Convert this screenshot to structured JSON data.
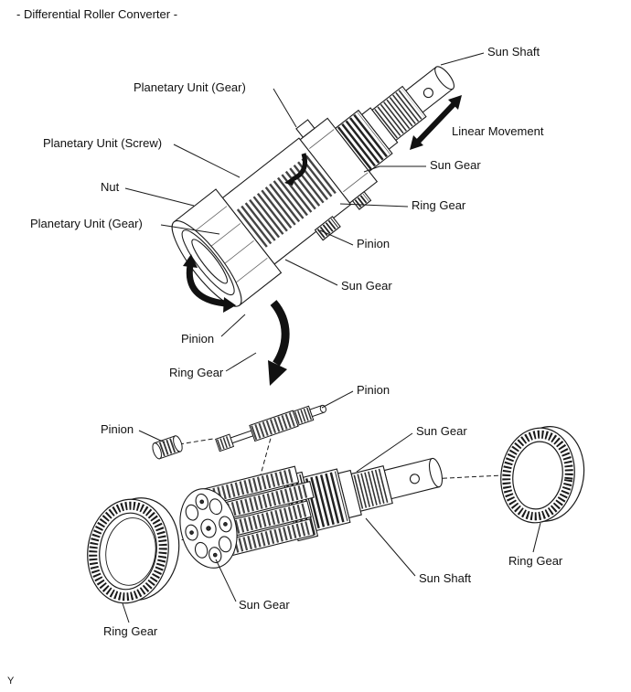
{
  "page": {
    "title": "- Differential Roller Converter -",
    "footer": "Y"
  },
  "colors": {
    "ink": "#1a1a1a",
    "background": "#ffffff"
  },
  "labels": {
    "upper": {
      "sun_shaft": "Sun Shaft",
      "planetary_unit_gear_top": "Planetary Unit (Gear)",
      "linear_movement": "Linear Movement",
      "planetary_unit_screw": "Planetary Unit (Screw)",
      "sun_gear_right": "Sun Gear",
      "nut": "Nut",
      "ring_gear_right": "Ring Gear",
      "planetary_unit_gear_left": "Planetary Unit (Gear)",
      "pinion_right": "Pinion",
      "sun_gear_lower": "Sun Gear",
      "pinion_bottom": "Pinion",
      "ring_gear_bottom": "Ring Gear"
    },
    "lower": {
      "pinion_top": "Pinion",
      "pinion_left": "Pinion",
      "sun_gear_top": "Sun Gear",
      "ring_gear_right": "Ring Gear",
      "sun_shaft": "Sun Shaft",
      "sun_gear_bottom": "Sun Gear",
      "ring_gear_left": "Ring Gear"
    }
  }
}
